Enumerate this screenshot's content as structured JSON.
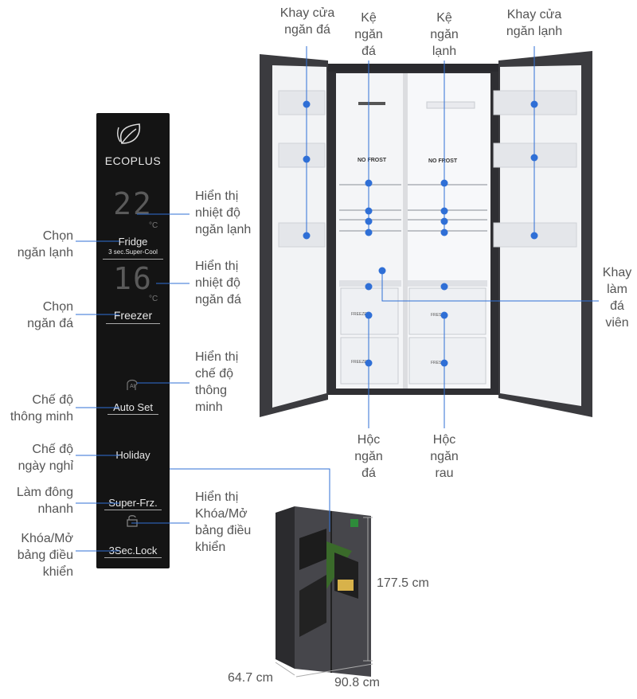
{
  "panel": {
    "brand": "ECOPLUS",
    "fridge_temp": "22",
    "freezer_temp": "16",
    "unit": "°C",
    "fridge_label": "Fridge",
    "fridge_sub": "3 sec.Super-Cool",
    "freezer_label": "Freezer",
    "auto_set": "Auto Set",
    "ai_text": "AI",
    "holiday": "Holiday",
    "super_frz": "Super-Frz.",
    "lock": "3Sec.Lock"
  },
  "fridge_interior": {
    "no_frost_left": "NO FROST",
    "no_frost_right": "NO FROST",
    "freeze_drawer_1": "FREEZE",
    "freeze_drawer_2": "FREEZE",
    "fresh_drawer_1": "FRESH",
    "fresh_drawer_2": "FRESH"
  },
  "labels": {
    "khay_cua_ngan_da": "Khay cửa\nngăn đá",
    "ke_ngan_da": "Kệ\nngăn\nđá",
    "ke_ngan_lanh": "Kệ\nngăn\nlạnh",
    "khay_cua_ngan_lanh": "Khay cửa\nngăn lạnh",
    "hien_thi_nhiet_do_ngan_lanh": "Hiển thị\nnhiệt độ\nngăn lạnh",
    "chon_ngan_lanh": "Chọn\nngăn lạnh",
    "hien_thi_nhiet_do_ngan_da": "Hiển thị\nnhiệt độ\nngăn đá",
    "chon_ngan_da": "Chọn\nngăn đá",
    "khay_lam_da_vien": "Khay\nlàm\nđá\nviên",
    "hien_thi_che_do_thong_minh": "Hiển thị\nchế độ\nthông\nminh",
    "che_do_thong_minh": "Chế độ\nthông minh",
    "hoc_ngan_da": "Hộc\nngăn\nđá",
    "hoc_ngan_rau": "Hộc\nngăn\nrau",
    "che_do_ngay_nghi": "Chế độ\nngày nghỉ",
    "lam_dong_nhanh": "Làm đông\nnhanh",
    "hien_thi_khoa_mo": "Hiển thị\nKhóa/Mở\nbảng điều\nkhiển",
    "khoa_mo_bang_dieu_khien": "Khóa/Mở\nbảng điều\nkhiển"
  },
  "dimensions": {
    "height": "177.5 cm",
    "depth": "64.7 cm",
    "width": "90.8 cm"
  },
  "colors": {
    "accent": "#2f6fd6",
    "panel_bg": "#141414",
    "fridge_body": "#3b3b3f"
  }
}
